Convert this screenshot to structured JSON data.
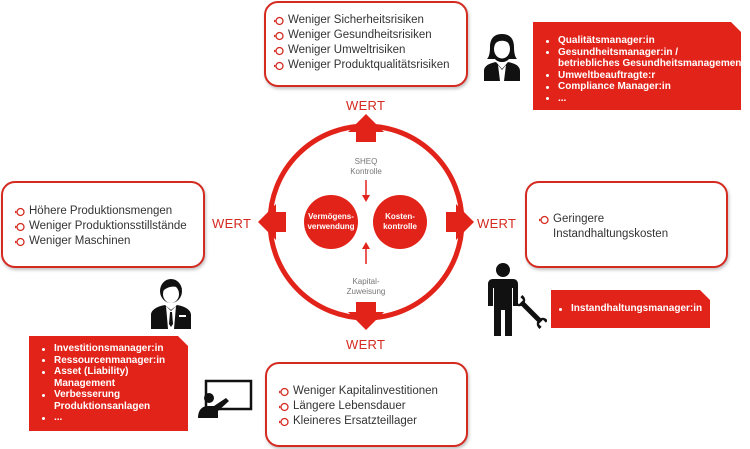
{
  "colors": {
    "accent": "#e2231a",
    "border": "#d42a20",
    "text": "#333333",
    "muted": "#777777"
  },
  "value_label": "WERT",
  "center": {
    "left_circle": [
      "Vermögens-",
      "verwendung"
    ],
    "right_circle": [
      "Kosten-",
      "kontrolle"
    ],
    "top_label": [
      "SHEQ",
      "Kontrolle"
    ],
    "bottom_label": [
      "Kapital-",
      "Zuweisung"
    ]
  },
  "top_box": {
    "items": [
      "Weniger Sicherheitsrisiken",
      "Weniger Gesundheitsrisiken",
      "Weniger Umweltrisiken",
      "Weniger Produktqualitätsrisiken"
    ]
  },
  "left_box": {
    "items": [
      "Höhere Produktionsmengen",
      "Weniger Produktionsstillstände",
      "Weniger Maschinen"
    ]
  },
  "right_box": {
    "items": [
      "Geringere",
      "Instandhaltungskosten"
    ]
  },
  "bottom_box": {
    "items": [
      "Weniger Kapitalinvestitionen",
      "Längere Lebensdauer",
      "Kleineres Ersatzteillager"
    ]
  },
  "roles_top_right": {
    "icon": "businesswoman-icon",
    "items": [
      "Qualitätsmanager:in",
      "Gesundheitsmanager:in /",
      "betriebliches Gesundheitsmanagement",
      "Umweltbeauftragte:r",
      "Compliance Manager:in",
      "..."
    ]
  },
  "roles_right": {
    "icon": "mechanic-with-wrench-icon",
    "items": [
      "Instandhaltungsmanager:in"
    ]
  },
  "roles_bottom_left": {
    "icon": "businessman-icon",
    "items": [
      "Investitionsmanager:in",
      "Ressourcenmanager:in",
      "Asset (Liability)",
      "Management",
      "Verbesserung",
      "Produktionsanlagen",
      "..."
    ]
  },
  "presenter": {
    "icon": "presenter-board-icon"
  }
}
